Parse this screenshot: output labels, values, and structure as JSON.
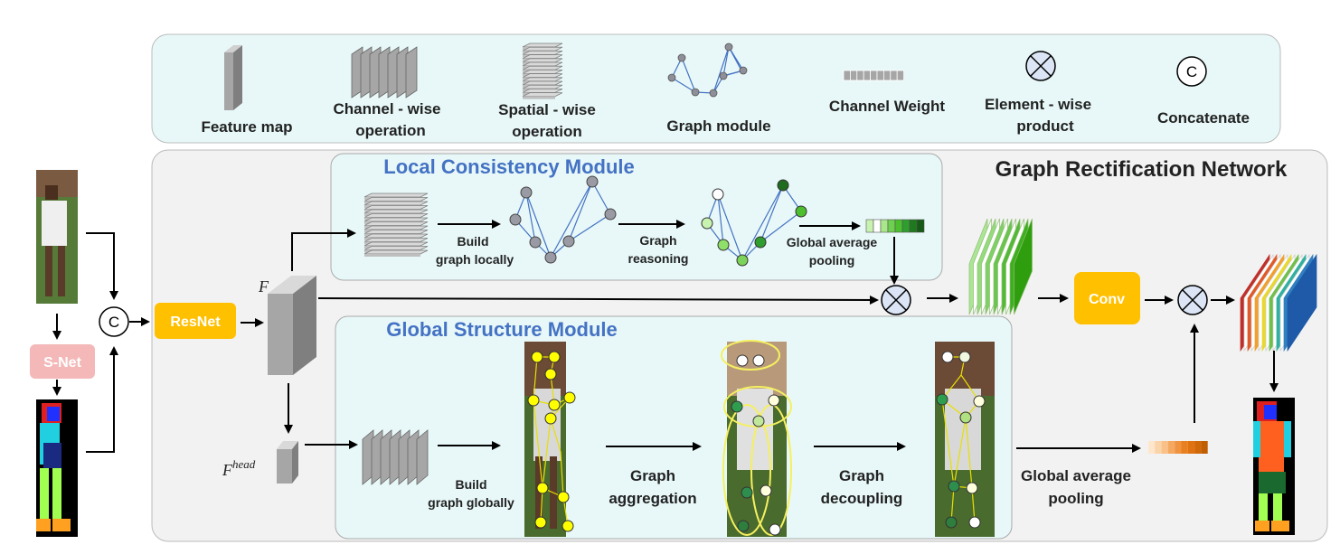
{
  "legend": {
    "feature_map": "Feature map",
    "channel_wise_1": "Channel  - wise",
    "channel_wise_2": "operation",
    "spatial_wise_1": "Spatial  - wise",
    "spatial_wise_2": "operation",
    "graph_module": "Graph module",
    "channel_weight": "Channel Weight",
    "element_wise_1": "Element - wise",
    "element_wise_2": "product",
    "concatenate": "Concatenate",
    "concat_symbol": "C"
  },
  "network": {
    "title": "Graph Rectification Network"
  },
  "local_module": {
    "title": "Local Consistency Module",
    "build_1": "Build",
    "build_2": "graph locally",
    "reason_1": "Graph",
    "reason_2": "reasoning",
    "gap_1": "Global average",
    "gap_2": "pooling"
  },
  "global_module": {
    "title": "Global Structure Module",
    "build_1": "Build",
    "build_2": "graph globally",
    "agg_1": "Graph",
    "agg_2": "aggregation",
    "dec_1": "Graph",
    "dec_2": "decoupling"
  },
  "blocks": {
    "resnet": "ResNet",
    "snet": "S-Net",
    "conv": "Conv",
    "concat_symbol": "C",
    "f_label": "F",
    "fhead_base": "F",
    "fhead_sup": "head"
  },
  "gap_outer_1": "Global average",
  "gap_outer_2": "pooling",
  "colors": {
    "legend_bg": "#e8f8f8",
    "network_bg": "#f2f2f2",
    "module_bg": "#e8f8f8",
    "block_orange": "#ffc000",
    "snet_pink": "#f4b8b8",
    "title_blue": "#4472c4"
  }
}
